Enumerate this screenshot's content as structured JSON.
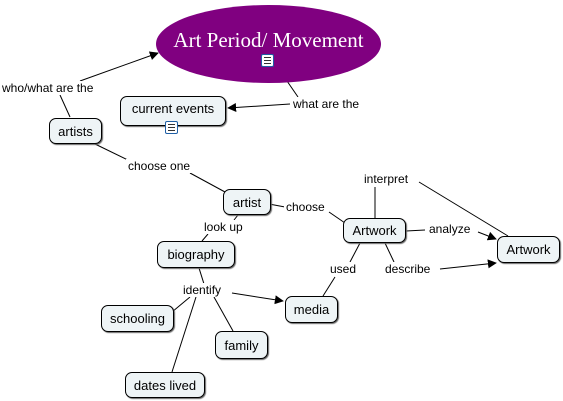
{
  "root": {
    "title": "Art Period/ Movement"
  },
  "nodes": {
    "current_events": "current events",
    "artists": "artists",
    "artist": "artist",
    "biography": "biography",
    "artwork_center": "Artwork",
    "artwork_right": "Artwork",
    "media": "media",
    "schooling": "schooling",
    "family": "family",
    "dates_lived": "dates lived"
  },
  "links": {
    "who_what_are_the": "who/what are the",
    "what_are_the": "what are the",
    "choose_one": "choose one",
    "choose": "choose",
    "look_up": "look up",
    "identify": "identify",
    "interpret": "interpret",
    "analyze": "analyze",
    "describe": "describe",
    "used": "used"
  },
  "icons": {
    "root_attachment": "document-icon",
    "current_events_attachment": "document-icon"
  },
  "colors": {
    "root_fill": "#800080",
    "node_fill": "#eef4f6",
    "attachment_border": "#1f5fa5"
  }
}
